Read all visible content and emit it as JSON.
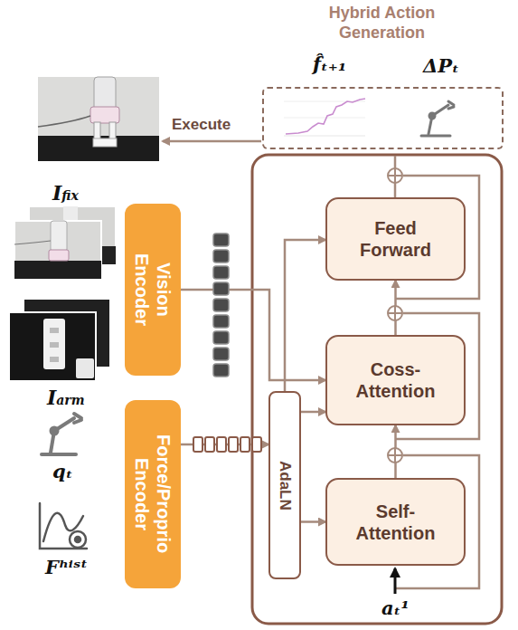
{
  "diagram": {
    "nodes": [
      {
        "text": [
          "Hybrid Action Generation",
          "f̂ₜ₊₁",
          "ΔPₜ"
        ]
      },
      {
        "text": [
          "Vision Encoder"
        ]
      },
      {
        "text": [
          "Force/Proprio Encoder"
        ]
      },
      {
        "text": [
          "AdaLN"
        ]
      },
      {
        "text": [
          "Self-Attention"
        ]
      },
      {
        "text": [
          "Coss-Attention"
        ]
      },
      {
        "text": [
          "Feed Forward"
        ]
      }
    ],
    "edges": [
      {
        "from": 1,
        "to": 5,
        "arrow": "to"
      },
      {
        "from": 2,
        "to": 3,
        "arrow": "to"
      },
      {
        "from": 3,
        "to": 4,
        "arrow": "to"
      },
      {
        "from": 3,
        "to": 5,
        "arrow": "to"
      },
      {
        "from": 3,
        "to": 6,
        "arrow": "to"
      },
      {
        "from": 4,
        "to": 5,
        "arrow": "to"
      },
      {
        "from": 5,
        "to": 6,
        "arrow": "to"
      }
    ],
    "labels": [
      "Execute",
      "Ifix",
      "Iarm",
      "qₜ",
      "Fʰⁱˢᵗ",
      "aₜ¹"
    ]
  }
}
